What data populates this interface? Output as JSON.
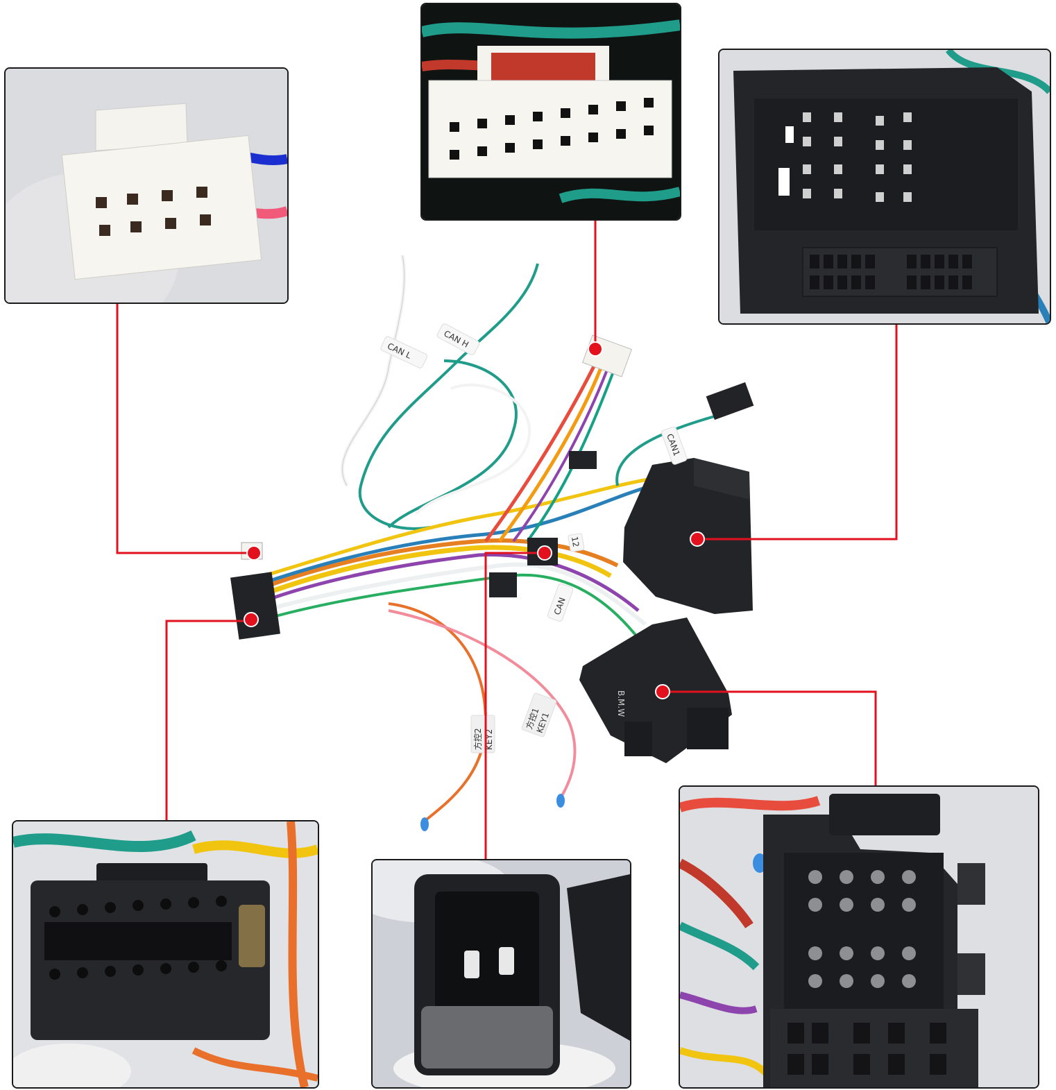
{
  "colors": {
    "accent": "#e3101e",
    "connector_black": "#222326",
    "connector_white": "#f5f3ee",
    "frame": "#1a1a1a"
  },
  "wire_labels": {
    "can_l": "CAN L",
    "can_h": "CAN H",
    "can1": "CAN1",
    "can2": "CAN",
    "key2_cn": "方控2",
    "key2": "KEY2",
    "key1_cn": "方控1",
    "key1": "KEY1",
    "num12": "12",
    "bmw": "B.M.W"
  },
  "panels": [
    {
      "name": "panel-white-8pin"
    },
    {
      "name": "panel-white-16pin"
    },
    {
      "name": "panel-quadlock"
    },
    {
      "name": "panel-black-16pin-iso"
    },
    {
      "name": "panel-black-2pin"
    },
    {
      "name": "panel-iso-double"
    }
  ]
}
